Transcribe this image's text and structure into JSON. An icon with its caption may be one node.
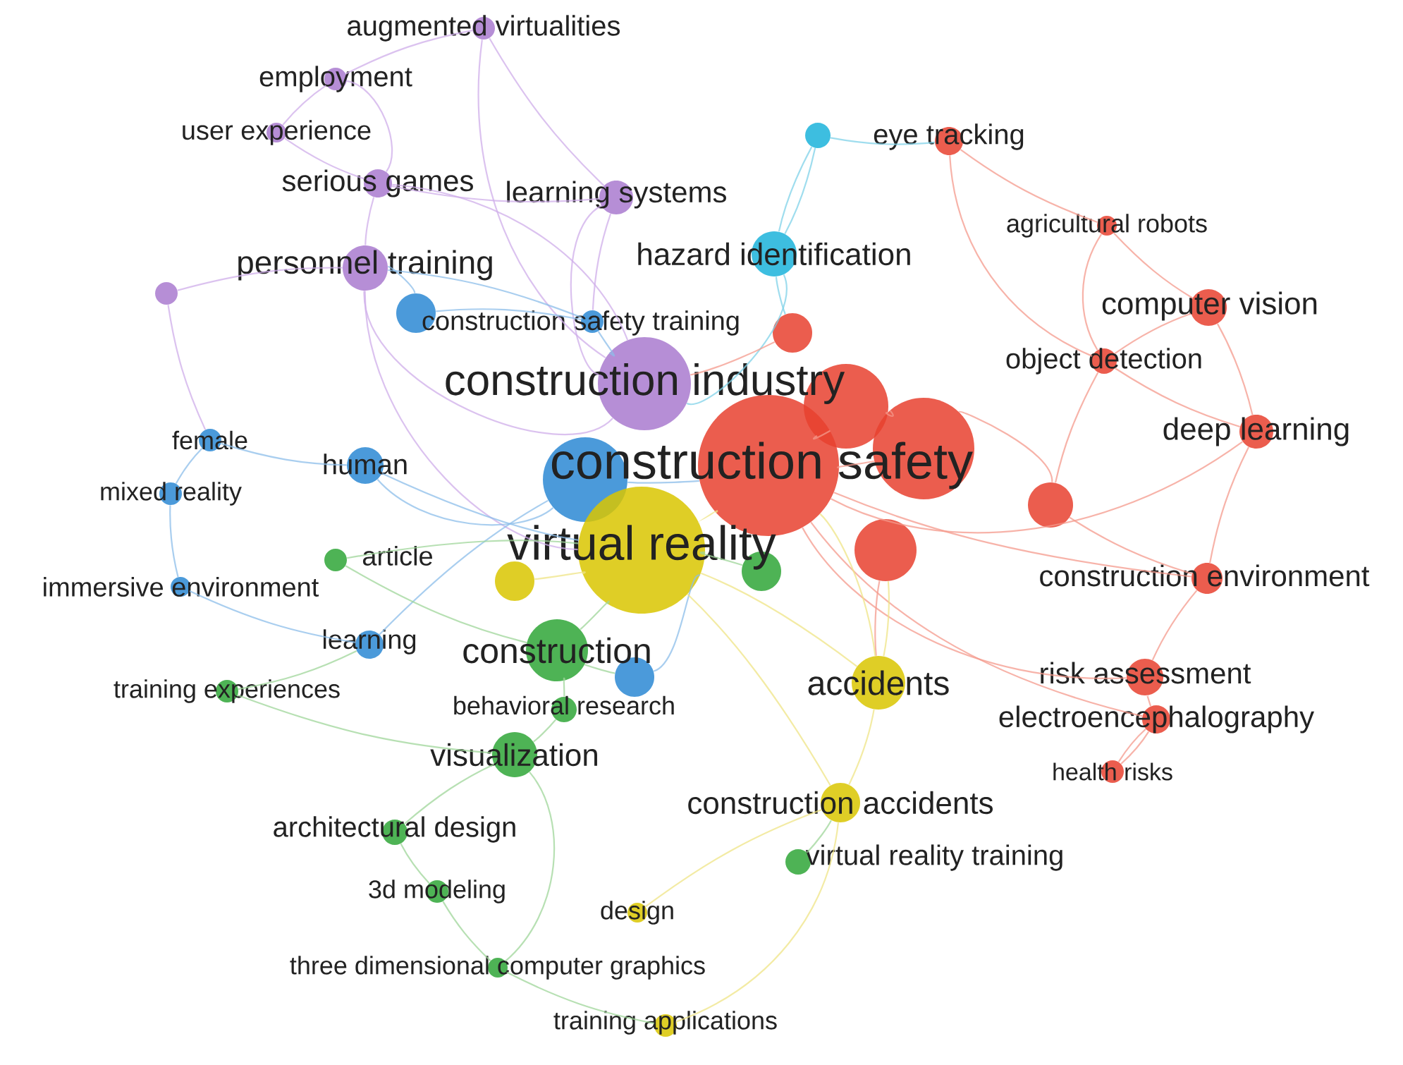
{
  "diagram": {
    "nodes": [
      {
        "text": [
          "augmented virtualities"
        ]
      },
      {
        "text": [
          "employment"
        ]
      },
      {
        "text": [
          "user experience"
        ]
      },
      {
        "text": [
          "serious games"
        ]
      },
      {
        "text": [
          "learning systems"
        ]
      },
      {
        "text": [
          "personnel training"
        ]
      },
      {
        "text": [
          "hazard identification"
        ]
      },
      {
        "text": [
          "eye tracking"
        ]
      },
      {
        "text": [
          "agricultural robots"
        ]
      },
      {
        "text": [
          "computer vision"
        ]
      },
      {
        "text": [
          "object detection"
        ]
      },
      {
        "text": [
          "deep learning"
        ]
      },
      {
        "text": [
          "construction safety training"
        ]
      },
      {
        "text": [
          "construction industry"
        ]
      },
      {
        "text": [
          "construction safety"
        ]
      },
      {
        "text": [
          "female"
        ]
      },
      {
        "text": [
          "human"
        ]
      },
      {
        "text": [
          "mixed reality"
        ]
      },
      {
        "text": [
          "virtual reality"
        ]
      },
      {
        "text": [
          "article"
        ]
      },
      {
        "text": [
          "immersive environment"
        ]
      },
      {
        "text": [
          "construction environment"
        ]
      },
      {
        "text": [
          "learning"
        ]
      },
      {
        "text": [
          "construction"
        ]
      },
      {
        "text": [
          "training experiences"
        ]
      },
      {
        "text": [
          "behavioral research"
        ]
      },
      {
        "text": [
          "accidents"
        ]
      },
      {
        "text": [
          "risk assessment"
        ]
      },
      {
        "text": [
          "electroencephalography"
        ]
      },
      {
        "text": [
          "visualization"
        ]
      },
      {
        "text": [
          "health risks"
        ]
      },
      {
        "text": [
          "construction accidents"
        ]
      },
      {
        "text": [
          "architectural design"
        ]
      },
      {
        "text": [
          "virtual reality training"
        ]
      },
      {
        "text": [
          "3d modeling"
        ]
      },
      {
        "text": [
          "design"
        ]
      },
      {
        "text": [
          "three dimensional computer graphics"
        ]
      },
      {
        "text": [
          "training applications"
        ]
      },
      {
        "text": [],
        "shape": "circle"
      },
      {
        "text": [],
        "shape": "circle"
      },
      {
        "text": [],
        "shape": "circle"
      },
      {
        "text": [],
        "shape": "circle"
      },
      {
        "text": [],
        "shape": "circle"
      },
      {
        "text": [],
        "shape": "circle"
      },
      {
        "text": [],
        "shape": "circle"
      },
      {
        "text": [],
        "shape": "circle"
      },
      {
        "text": [],
        "shape": "circle"
      },
      {
        "text": [],
        "shape": "circle"
      },
      {
        "text": [],
        "shape": "circle"
      },
      {
        "text": [],
        "shape": "circle"
      }
    ],
    "edges": [
      {
        "from": 0,
        "to": 1,
        "arrow": "none",
        "color": "#cfaeea"
      },
      {
        "from": 0,
        "to": 4,
        "arrow": "none",
        "color": "#cfaeea"
      },
      {
        "from": 0,
        "to": 13,
        "arrow": "none",
        "color": "#cfaeea"
      },
      {
        "from": 1,
        "to": 2,
        "arrow": "none",
        "color": "#cfaeea"
      },
      {
        "from": 1,
        "to": 3,
        "arrow": "none",
        "color": "#cfaeea"
      },
      {
        "from": 2,
        "to": 3,
        "arrow": "none",
        "color": "#cfaeea"
      },
      {
        "from": 3,
        "to": 5,
        "arrow": "none",
        "color": "#cfaeea"
      },
      {
        "from": 3,
        "to": 13,
        "arrow": "none",
        "color": "#cfaeea"
      },
      {
        "from": 4,
        "to": 13,
        "arrow": "none",
        "color": "#cfaeea"
      },
      {
        "from": 4,
        "to": 12,
        "arrow": "none",
        "color": "#cfaeea"
      },
      {
        "from": 5,
        "to": 13,
        "arrow": "none",
        "color": "#cfaeea"
      },
      {
        "from": 5,
        "to": 18,
        "arrow": "none",
        "color": "#cfaeea"
      },
      {
        "from": 5,
        "to": 38,
        "arrow": "none",
        "color": "#cfaeea"
      },
      {
        "from": 38,
        "to": 15,
        "arrow": "none",
        "color": "#cfaeea"
      },
      {
        "from": 3,
        "to": 4,
        "arrow": "none",
        "color": "#cfaeea"
      },
      {
        "from": 6,
        "to": 44,
        "arrow": "none",
        "color": "#7fd2e8"
      },
      {
        "from": 6,
        "to": 45,
        "arrow": "none",
        "color": "#7fd2e8"
      },
      {
        "from": 45,
        "to": 7,
        "arrow": "none",
        "color": "#7fd2e8"
      },
      {
        "from": 6,
        "to": 13,
        "arrow": "none",
        "color": "#7fd2e8"
      },
      {
        "from": 45,
        "to": 6,
        "arrow": "none",
        "color": "#7fd2e8"
      },
      {
        "from": 7,
        "to": 10,
        "arrow": "none"
      },
      {
        "from": 7,
        "to": 8,
        "arrow": "none"
      },
      {
        "from": 8,
        "to": 9,
        "arrow": "none"
      },
      {
        "from": 9,
        "to": 10,
        "arrow": "none"
      },
      {
        "from": 10,
        "to": 11,
        "arrow": "none"
      },
      {
        "from": 9,
        "to": 11,
        "arrow": "none"
      },
      {
        "from": 11,
        "to": 21,
        "arrow": "none"
      },
      {
        "from": 21,
        "to": 27,
        "arrow": "none"
      },
      {
        "from": 27,
        "to": 28,
        "arrow": "none"
      },
      {
        "from": 28,
        "to": 30,
        "arrow": "none"
      },
      {
        "from": 14,
        "to": 46,
        "arrow": "none"
      },
      {
        "from": 14,
        "to": 48,
        "arrow": "none"
      },
      {
        "from": 48,
        "to": 49,
        "arrow": "none"
      },
      {
        "from": 49,
        "to": 21,
        "arrow": "none"
      },
      {
        "from": 47,
        "to": 26,
        "arrow": "none"
      },
      {
        "from": 8,
        "to": 10,
        "arrow": "none"
      },
      {
        "from": 10,
        "to": 49,
        "arrow": "none"
      },
      {
        "from": 11,
        "to": 14,
        "arrow": "none"
      },
      {
        "from": 21,
        "to": 14,
        "arrow": "none"
      },
      {
        "from": 27,
        "to": 14,
        "arrow": "none"
      },
      {
        "from": 28,
        "to": 14,
        "arrow": "none"
      },
      {
        "from": 30,
        "to": 28,
        "arrow": "none"
      },
      {
        "from": 46,
        "to": 48,
        "arrow": "none"
      },
      {
        "from": 44,
        "to": 13,
        "arrow": "none"
      },
      {
        "from": 12,
        "to": 13,
        "arrow": "none",
        "color": "#8cbde9"
      },
      {
        "from": 12,
        "to": 5,
        "arrow": "none",
        "color": "#8cbde9"
      },
      {
        "from": 15,
        "to": 17,
        "arrow": "none",
        "color": "#8cbde9"
      },
      {
        "from": 15,
        "to": 16,
        "arrow": "none",
        "color": "#8cbde9"
      },
      {
        "from": 16,
        "to": 41,
        "arrow": "none",
        "color": "#8cbde9"
      },
      {
        "from": 17,
        "to": 20,
        "arrow": "none",
        "color": "#8cbde9"
      },
      {
        "from": 20,
        "to": 22,
        "arrow": "none",
        "color": "#8cbde9"
      },
      {
        "from": 22,
        "to": 41,
        "arrow": "none",
        "color": "#8cbde9"
      },
      {
        "from": 16,
        "to": 18,
        "arrow": "none",
        "color": "#8cbde9"
      },
      {
        "from": 41,
        "to": 14,
        "arrow": "none",
        "color": "#8cbde9"
      },
      {
        "from": 12,
        "to": 39,
        "arrow": "none",
        "color": "#8cbde9"
      },
      {
        "from": 39,
        "to": 5,
        "arrow": "none",
        "color": "#8cbde9"
      },
      {
        "from": 42,
        "to": 18,
        "arrow": "none",
        "color": "#8cbde9"
      },
      {
        "from": 19,
        "to": 18,
        "arrow": "none",
        "color": "#9fd69a"
      },
      {
        "from": 24,
        "to": 29,
        "arrow": "none",
        "color": "#9fd69a"
      },
      {
        "from": 23,
        "to": 18,
        "arrow": "none",
        "color": "#9fd69a"
      },
      {
        "from": 23,
        "to": 42,
        "arrow": "none",
        "color": "#9fd69a"
      },
      {
        "from": 25,
        "to": 23,
        "arrow": "none",
        "color": "#9fd69a"
      },
      {
        "from": 29,
        "to": 25,
        "arrow": "none",
        "color": "#9fd69a"
      },
      {
        "from": 29,
        "to": 32,
        "arrow": "none",
        "color": "#9fd69a"
      },
      {
        "from": 32,
        "to": 34,
        "arrow": "none",
        "color": "#9fd69a"
      },
      {
        "from": 34,
        "to": 36,
        "arrow": "none",
        "color": "#9fd69a"
      },
      {
        "from": 36,
        "to": 29,
        "arrow": "none",
        "color": "#9fd69a"
      },
      {
        "from": 33,
        "to": 31,
        "arrow": "none",
        "color": "#9fd69a"
      },
      {
        "from": 43,
        "to": 18,
        "arrow": "none",
        "color": "#9fd69a"
      },
      {
        "from": 19,
        "to": 23,
        "arrow": "none",
        "color": "#9fd69a"
      },
      {
        "from": 24,
        "to": 22,
        "arrow": "none",
        "color": "#9fd69a"
      },
      {
        "from": 26,
        "to": 18,
        "arrow": "none",
        "color": "#efe486"
      },
      {
        "from": 26,
        "to": 14,
        "arrow": "none",
        "color": "#efe486"
      },
      {
        "from": 31,
        "to": 26,
        "arrow": "none",
        "color": "#efe486"
      },
      {
        "from": 31,
        "to": 18,
        "arrow": "none",
        "color": "#efe486"
      },
      {
        "from": 35,
        "to": 31,
        "arrow": "none",
        "color": "#efe486"
      },
      {
        "from": 36,
        "to": 37,
        "arrow": "none",
        "color": "#9fd69a"
      },
      {
        "from": 37,
        "to": 31,
        "arrow": "none",
        "color": "#efe486"
      },
      {
        "from": 26,
        "to": 47,
        "arrow": "none",
        "color": "#efe486"
      },
      {
        "from": 40,
        "to": 18,
        "arrow": "none",
        "color": "#efe486"
      },
      {
        "from": 18,
        "to": 14,
        "arrow": "none",
        "color": "#efe486"
      }
    ]
  }
}
